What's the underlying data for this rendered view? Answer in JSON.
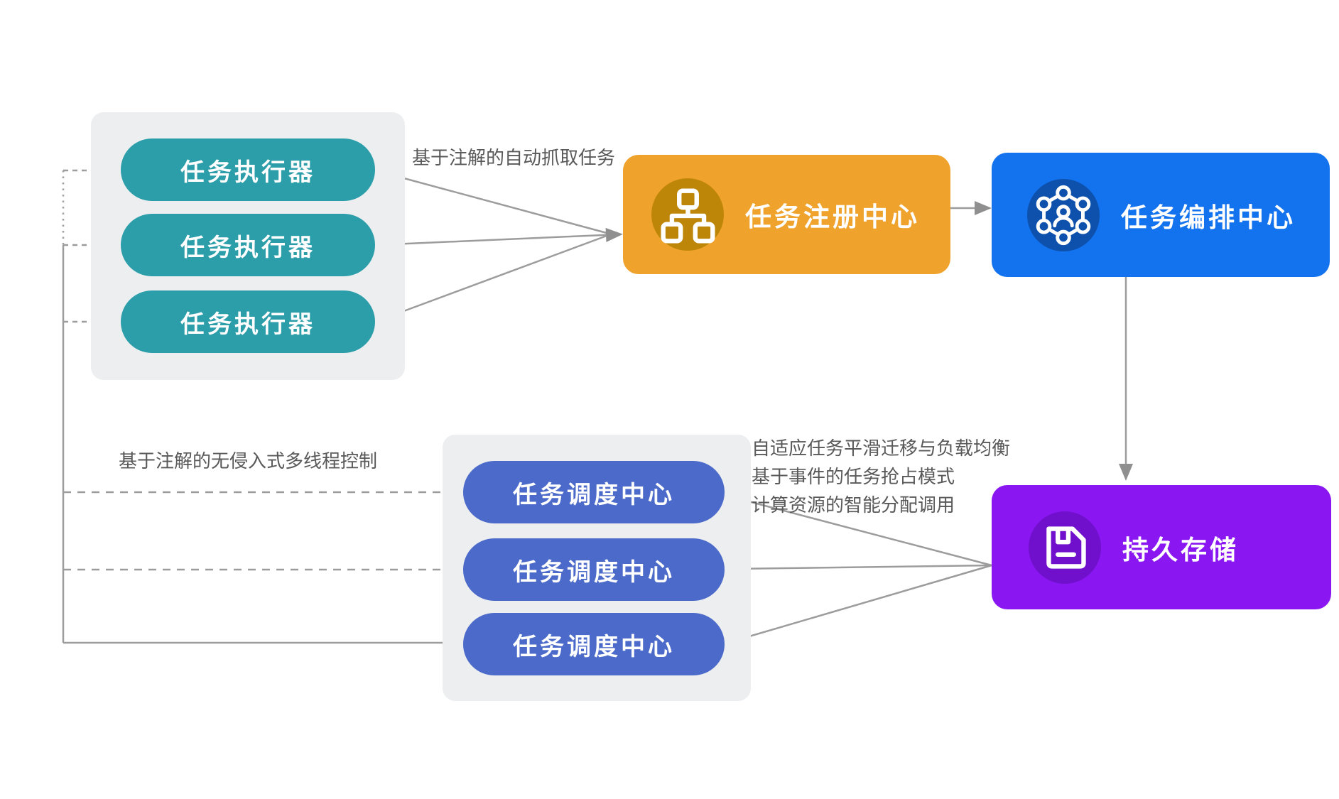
{
  "diagram": {
    "title_hint": "task-scheduling-architecture",
    "executors": {
      "items": [
        "任务执行器",
        "任务执行器",
        "任务执行器"
      ]
    },
    "schedulers": {
      "items": [
        "任务调度中心",
        "任务调度中心",
        "任务调度中心"
      ]
    },
    "registry": {
      "label": "任务注册中心",
      "icon": "org-chart-icon",
      "color": "#F0A32C",
      "icon_bg": "#BE8609"
    },
    "orchestration": {
      "label": "任务编排中心",
      "icon": "network-nodes-icon",
      "color": "#1372EE",
      "icon_bg": "#0E51AC"
    },
    "storage": {
      "label": "持久存储",
      "icon": "save-icon",
      "color": "#8A16F2",
      "icon_bg": "#7110CC"
    },
    "annotations": {
      "auto_fetch": "基于注解的自动抓取任务",
      "multithread_control": "基于注解的无侵入式多线程控制",
      "storage_lines": [
        "自适应任务平滑迁移与负载均衡",
        "基于事件的任务抢占模式",
        "计算资源的智能分配调用"
      ]
    },
    "colors": {
      "executor_pill": "#2B9EA9",
      "scheduler_pill": "#4B6AC9",
      "group_background": "#ECEEF0",
      "connector_line": "#9C9C9C",
      "arrowhead": "#8F8F8F",
      "annotation_text": "#595959",
      "node_text": "#FFFFFF"
    }
  }
}
